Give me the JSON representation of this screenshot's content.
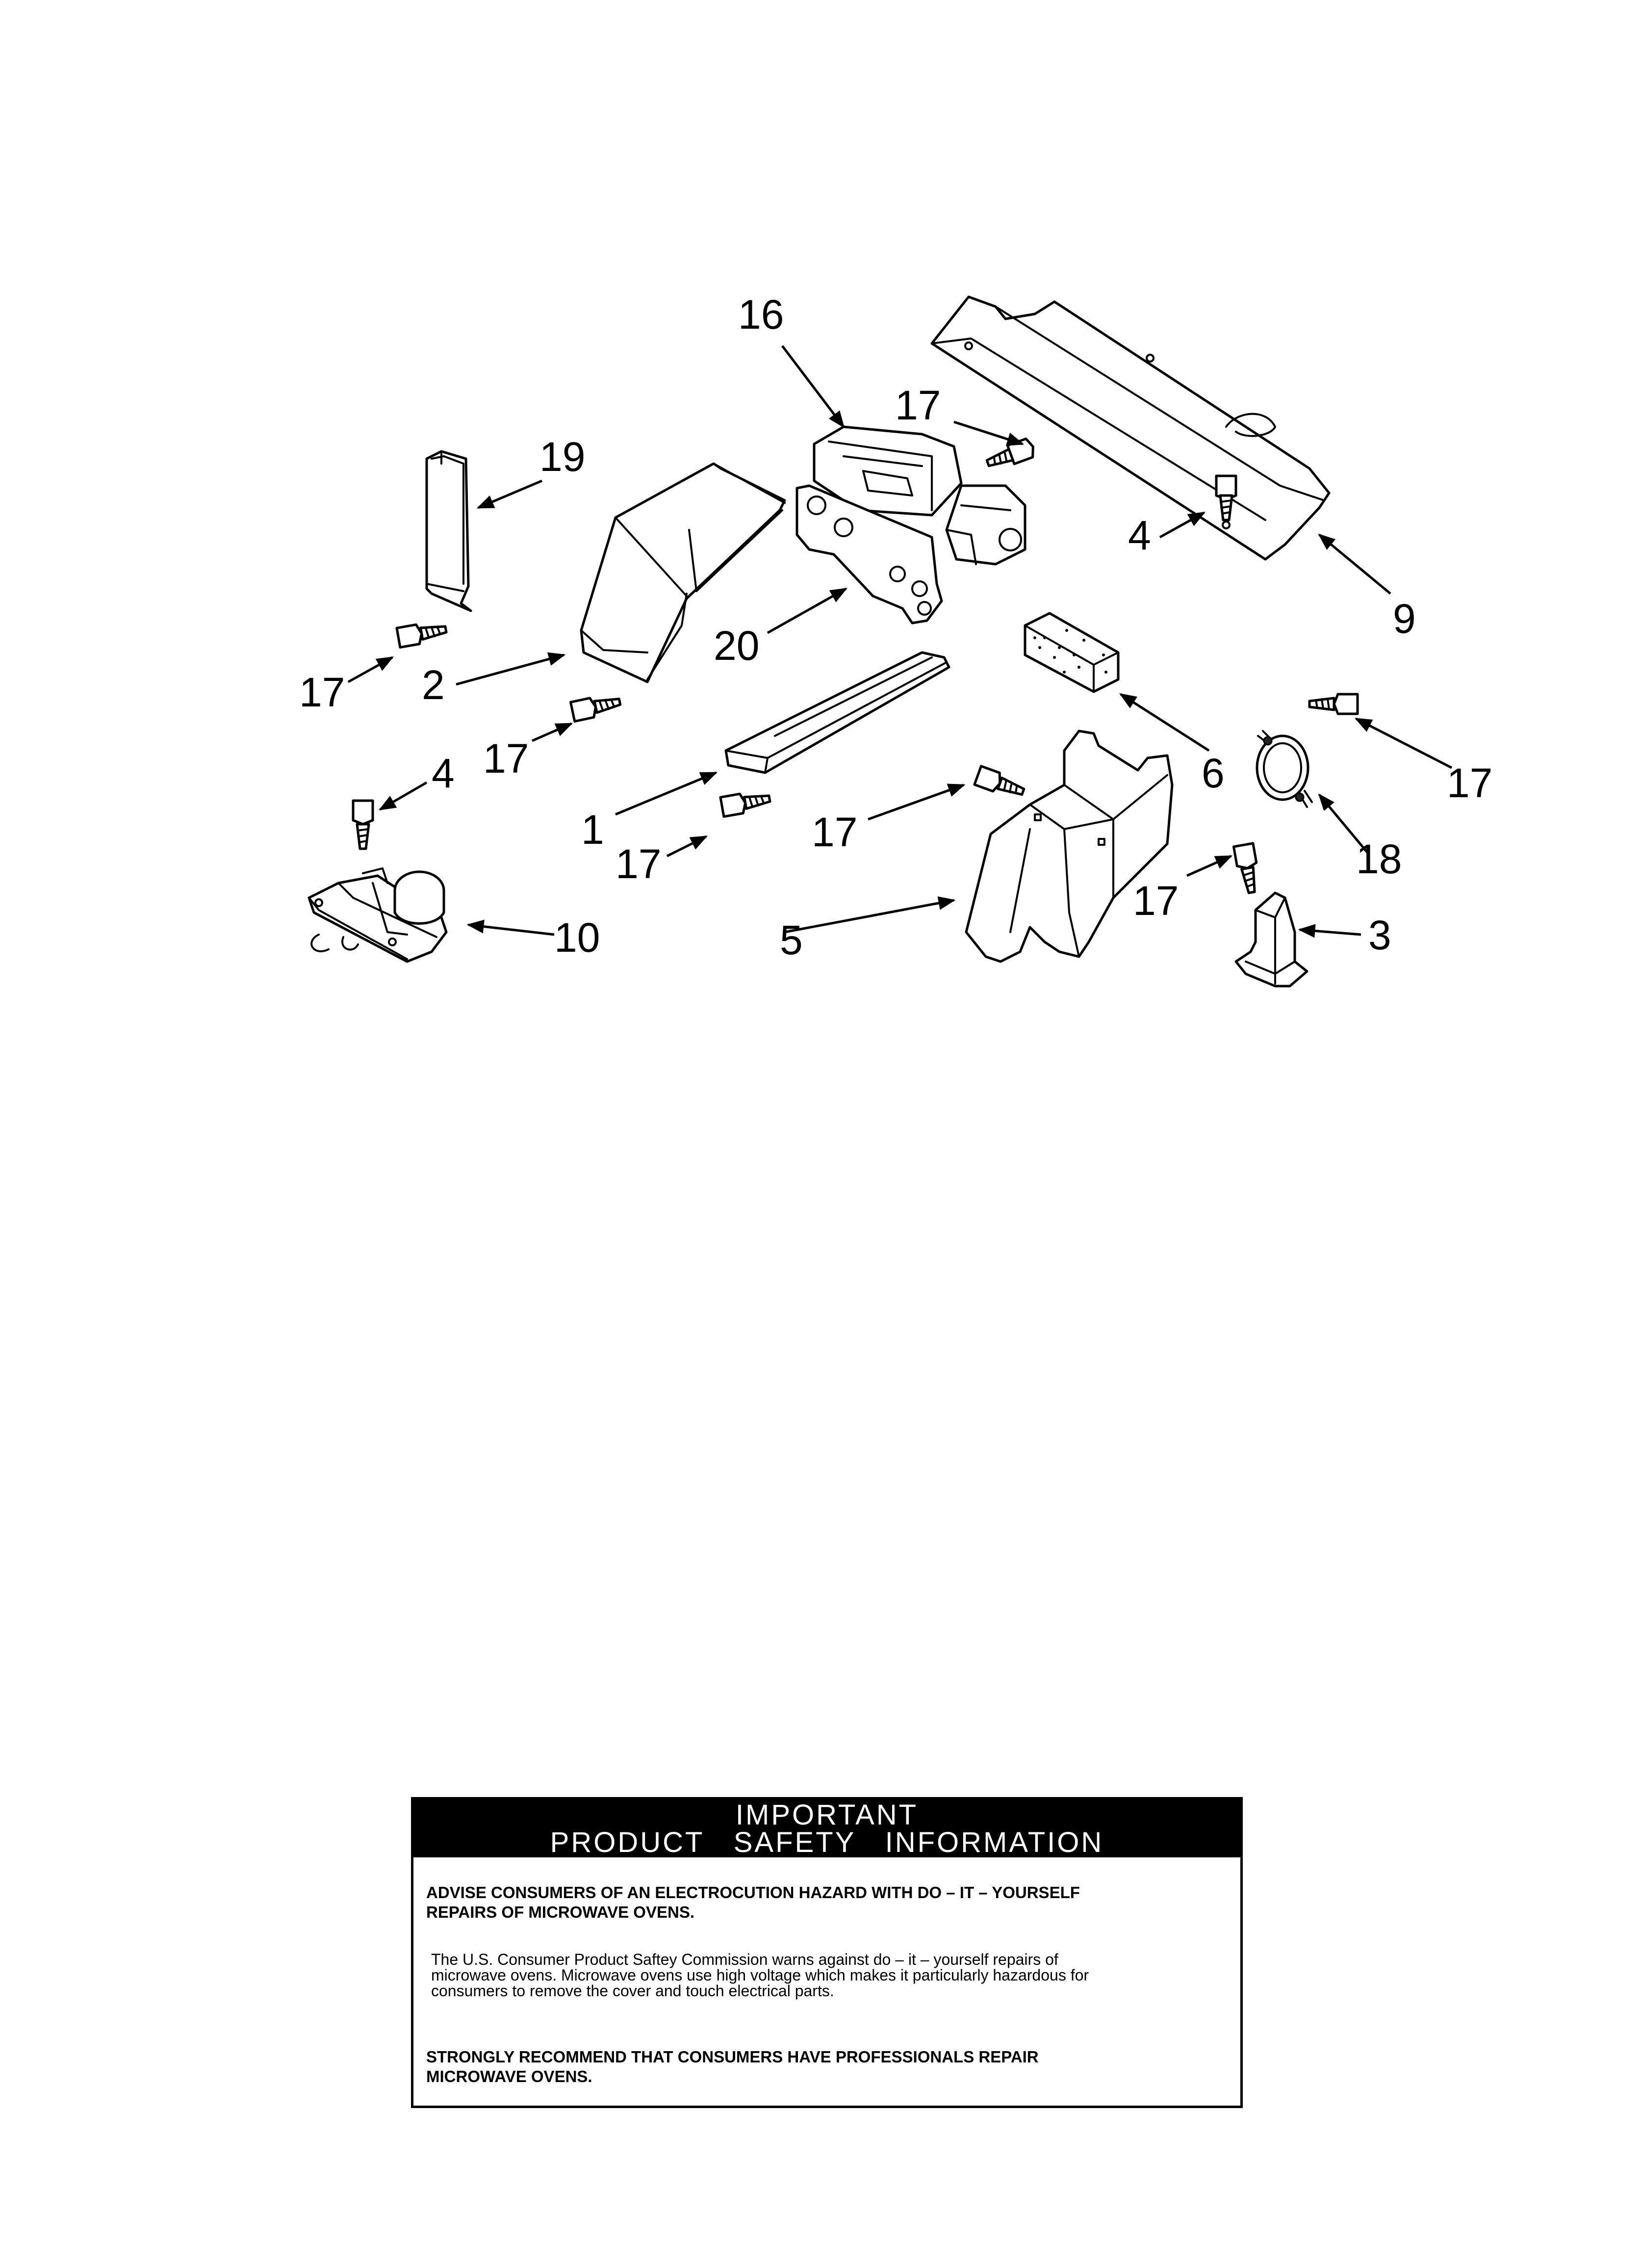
{
  "diagram": {
    "callouts": {
      "c16": "16",
      "c17a": "17",
      "c19": "19",
      "c4a": "4",
      "c9": "9",
      "c20": "20",
      "c2": "2",
      "c17b": "17",
      "c17c": "17",
      "c6": "6",
      "c4b": "4",
      "c17d": "17",
      "c1": "1",
      "c17e": "17",
      "c17f": "17",
      "c18": "18",
      "c10": "10",
      "c5": "5",
      "c17g": "17",
      "c3": "3"
    }
  },
  "safety": {
    "header_line1": "IMPORTANT",
    "header_line2": "PRODUCT   SAFETY   INFORMATION",
    "warning_line1": "ADVISE CONSUMERS OF AN ELECTROCUTION HAZARD WITH DO – IT – YOURSELF",
    "warning_line2": "REPAIRS OF MICROWAVE OVENS.",
    "body_line1": "The U.S. Consumer Product Saftey Commission warns against do – it – yourself repairs of",
    "body_line2": "microwave ovens. Microwave ovens use high voltage which makes it particularly hazardous for",
    "body_line3": "consumers to remove the cover and touch electrical parts.",
    "recommend_line1": "STRONGLY RECOMMEND THAT CONSUMERS HAVE PROFESSIONALS REPAIR",
    "recommend_line2": "MICROWAVE OVENS."
  }
}
